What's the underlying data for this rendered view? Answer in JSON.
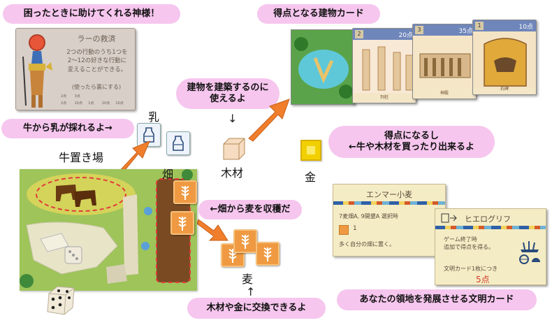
{
  "callouts": {
    "god": "困ったときに助けてくれる神様！",
    "building": "得点となる建物カード",
    "build_use": "建物を建築するのに\n使えるよ",
    "milk": "牛から乳が採れるよ→",
    "gold_use": "得点になるし\n←牛や木材を買ったり出来るよ",
    "wheat": "←畑から麦を収穫だ",
    "exchange": "木材や金に交換できるよ",
    "civ": "あなたの領地を発展させる文明カード"
  },
  "labels": {
    "milk": "乳",
    "cattle_pen": "牛置き場",
    "field": "畑",
    "wood": "木材",
    "gold": "金",
    "wheat": "麦"
  },
  "arrows": {
    "down": "↓",
    "up": "↑"
  },
  "god_card": {
    "title": "ラーの救済",
    "description": "2つの行動のうち1つを\n2～12の好きな行動に\n変えることができる。",
    "note": "(使ったら裏にする)",
    "table": [
      "2点",
      "3点",
      "2点",
      "10点",
      "1点",
      "10点",
      "10点"
    ]
  },
  "building_cards": [
    {
      "number": "2",
      "points": "20点",
      "name": "列柱"
    },
    {
      "number": "3",
      "points": "35点",
      "name": "神殿"
    },
    {
      "number": "1",
      "points": "10点",
      "name": "石碑"
    }
  ],
  "civ_card_1": {
    "title": "エンマー小麦",
    "condition": "7麦畑A, 9開墾A  選択時",
    "count": "1",
    "effect": "多く自分の畑に置く。"
  },
  "civ_card_2": {
    "title": "ヒエログリフ",
    "effect": "ゲーム終了時\n追加で得点を得る。",
    "per_card": "文明カード1枚につき",
    "points": "5点"
  },
  "colors": {
    "callout_bg": "#f6c6ee",
    "arrow": "#f07e2c",
    "wheat_tile": "#ef9a42",
    "gold": "#f2d000"
  }
}
